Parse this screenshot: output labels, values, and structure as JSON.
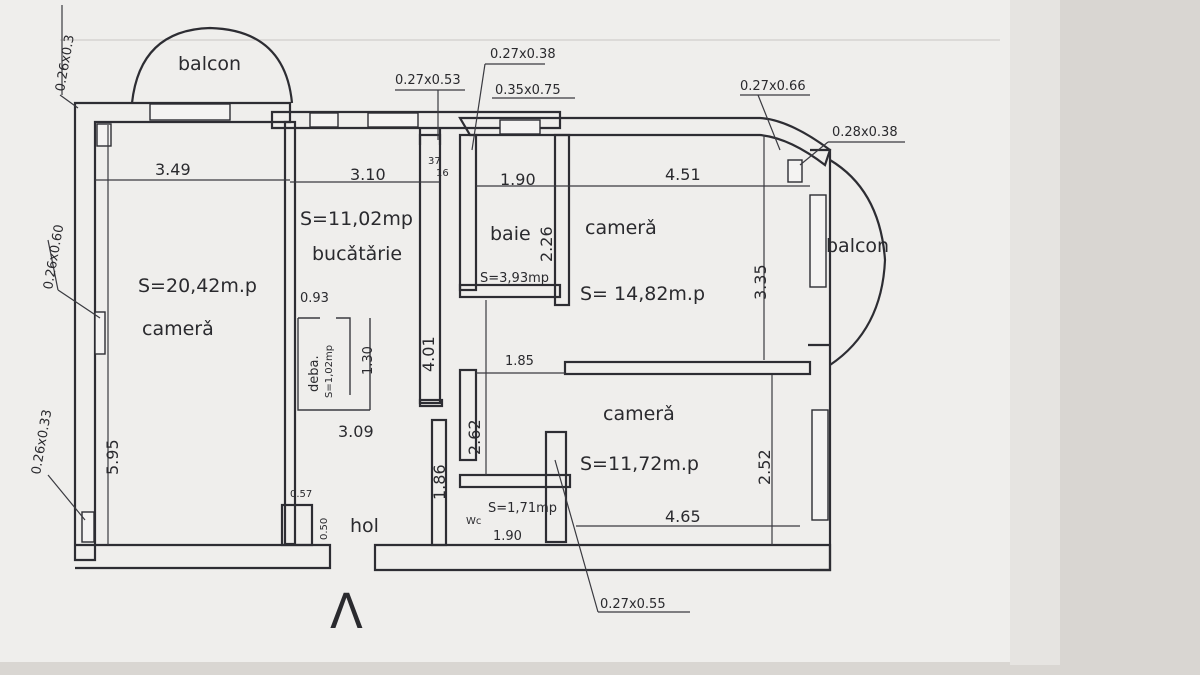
{
  "colors": {
    "paper": "#efeeec",
    "background": "#d9d6d2",
    "ink": "#2d2d33"
  },
  "labels": {
    "balcon_top": "balcon",
    "balcon_right": "balcon",
    "camera_left_area": "S=20,42m.p",
    "camera_left_name": "camerǎ",
    "bucatarie_area": "S=11,02mp",
    "bucatarie_name": "bucǎtǎrie",
    "baie_name": "baie",
    "baie_area": "S=3,93mp",
    "camera_right_name": "camerǎ",
    "camera_right_area": "S= 14,82m.p",
    "camera_bottom_name": "camerǎ",
    "camera_bottom_area": "S=11,72m.p",
    "hol": "hol",
    "wc_area": "S=1,71mp",
    "wc_mark": "Wc",
    "debara_name": "deba.",
    "debara_area": "S=1,02mp"
  },
  "dimensions": {
    "d349": "3.49",
    "d310": "3.10",
    "d190": "1.90",
    "d451": "4.51",
    "d226": "2.26",
    "d335": "3.35",
    "d093": "0.93",
    "d130": "1.30",
    "d401": "4.01",
    "d309": "3.09",
    "d185": "1.85",
    "d262": "2.62",
    "d252": "2.52",
    "d595": "5.95",
    "d186": "1.86",
    "d057": "0.57",
    "d050": "0.50",
    "d190b": "1.90",
    "d465": "4.65",
    "d37": "37",
    "d16": "16"
  },
  "windows": {
    "w1": "0.26x0.3",
    "w2": "0.27x0.53",
    "w3": "0.27x0.38",
    "w4": "0.35x0.75",
    "w5": "0.27x0.66",
    "w6": "0.28x0.38",
    "w7": "0.26x0.60",
    "w8": "0.26x0.33",
    "w9": "0.27x0.55"
  },
  "north_arrow": "Λ"
}
